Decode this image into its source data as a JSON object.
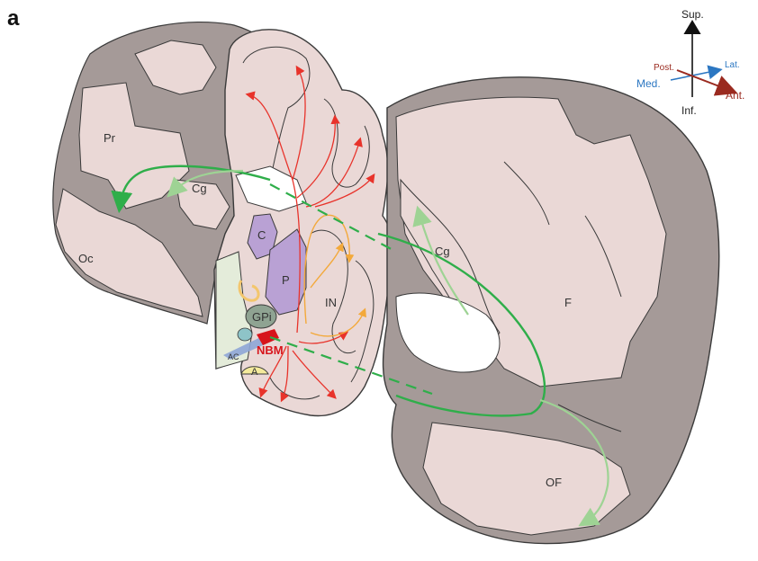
{
  "panel_label": "a",
  "colors": {
    "tissue_light": "#ead8d6",
    "tissue_dark": "#a59a98",
    "outline": "#3a3a3a",
    "caudate_putamen": "#b9a1d4",
    "globus_pallidus": "#8fa392",
    "amygdala": "#f4ea9c",
    "nbm": "#d7141b",
    "cholinergic_green": "#2fae4a",
    "cholinergic_light_green": "#9ed394",
    "thalamic_orange": "#f3a93b",
    "red_projection": "#e8332b",
    "sup": "#111111",
    "medial_lateral": "#2c77c2",
    "anterior_posterior": "#9a2a1f"
  },
  "regions": {
    "pr": "Pr",
    "oc": "Oc",
    "cg_left": "Cg",
    "cg_right": "Cg",
    "c": "C",
    "p": "P",
    "in": "IN",
    "gpi": "GPi",
    "nbm": "NBM",
    "ac": "AC",
    "a": "A",
    "f": "F",
    "of": "OF"
  },
  "orientation": {
    "sup": "Sup.",
    "inf": "Inf.",
    "post": "Post.",
    "lat": "Lat.",
    "med": "Med.",
    "ant": "Ant."
  }
}
